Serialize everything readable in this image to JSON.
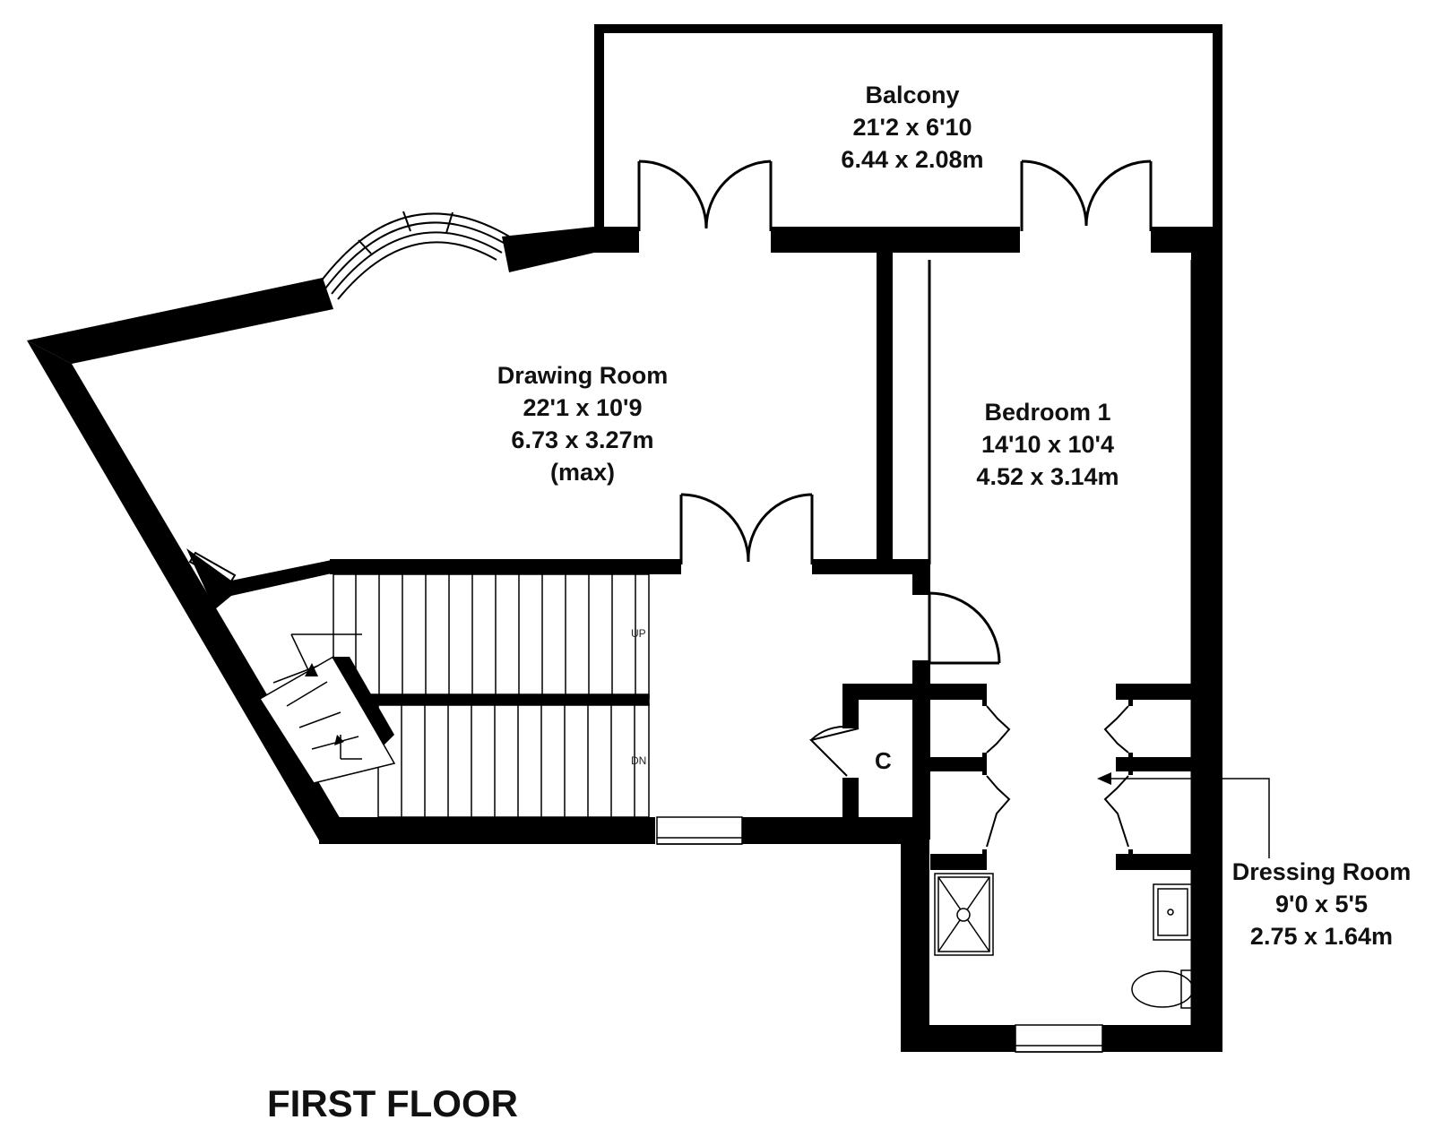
{
  "floor_title": "FIRST FLOOR",
  "rooms": {
    "balcony": {
      "name": "Balcony",
      "imperial": "21'2 x 6'10",
      "metric": "6.44 x 2.08m"
    },
    "drawing_room": {
      "name": "Drawing Room",
      "imperial": "22'1 x 10'9",
      "metric": "6.73 x 3.27m",
      "note": "(max)"
    },
    "bedroom_1": {
      "name": "Bedroom 1",
      "imperial": "14'10 x 10'4",
      "metric": "4.52 x 3.14m"
    },
    "dressing_room": {
      "name": "Dressing Room",
      "imperial": "9'0 x 5'5",
      "metric": "2.75 x 1.64m"
    }
  },
  "cupboard_label": "C",
  "stair_labels": {
    "up": "UP",
    "down": "DN"
  },
  "colors": {
    "wall": "#000000",
    "line": "#333333",
    "background": "#ffffff"
  }
}
